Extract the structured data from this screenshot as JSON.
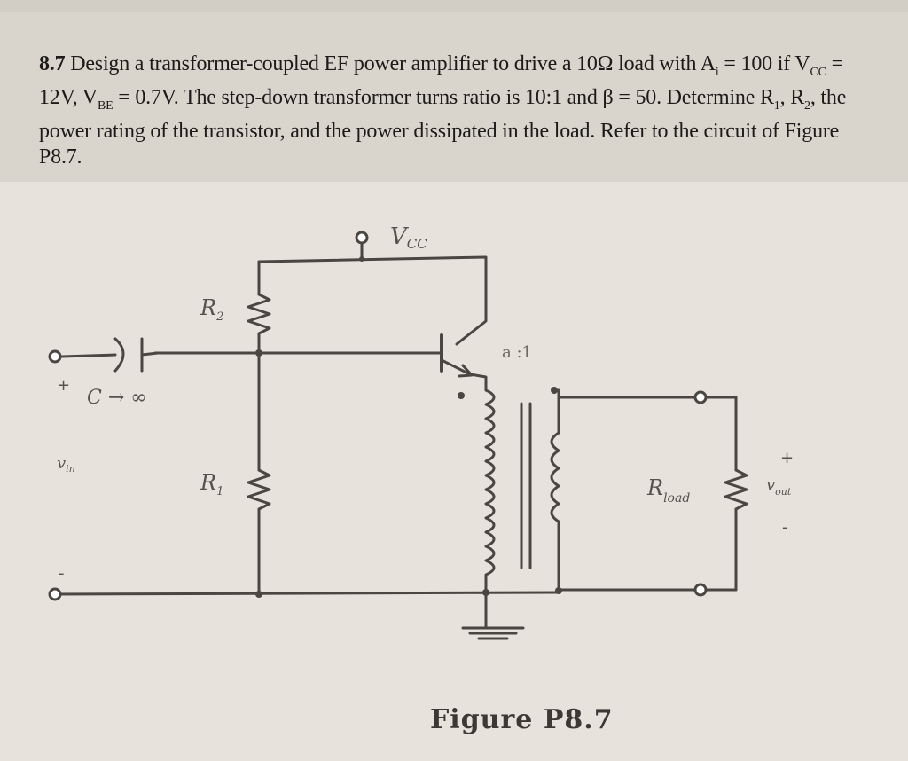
{
  "problem": {
    "number": "8.7",
    "line1": "Design a transformer-coupled EF power amplifier to drive a 10Ω load with A",
    "line1_sub": "i",
    "line1_tail": " = 100 if V",
    "line1_sub2": "CC",
    "line1_end": " =",
    "line2": "12V, V",
    "line2_sub": "BE",
    "line2_mid": " = 0.7V. The step-down transformer turns ratio is 10:1 and β = 50. Determine R",
    "line2_sub2": "1",
    "line2_mid2": ", R",
    "line2_sub3": "2",
    "line2_end": ", the",
    "line3": "power rating of the transistor, and the power dissipated in the load. Refer to the circuit of Figure",
    "line4": "P8.7."
  },
  "circuit": {
    "vcc": "V",
    "vcc_sub": "CC",
    "r2": "R",
    "r2_sub": "2",
    "r1": "R",
    "r1_sub": "1",
    "cap": "C → ∞",
    "vin": "v",
    "vin_sub": "in",
    "plus_in": "+",
    "minus_in": "-",
    "ratio": "a :1",
    "rload": "R",
    "rload_sub": "load",
    "vout": "v",
    "vout_sub": "out",
    "plus_out": "+",
    "minus_out": "-"
  },
  "caption": "Figure P8.7"
}
